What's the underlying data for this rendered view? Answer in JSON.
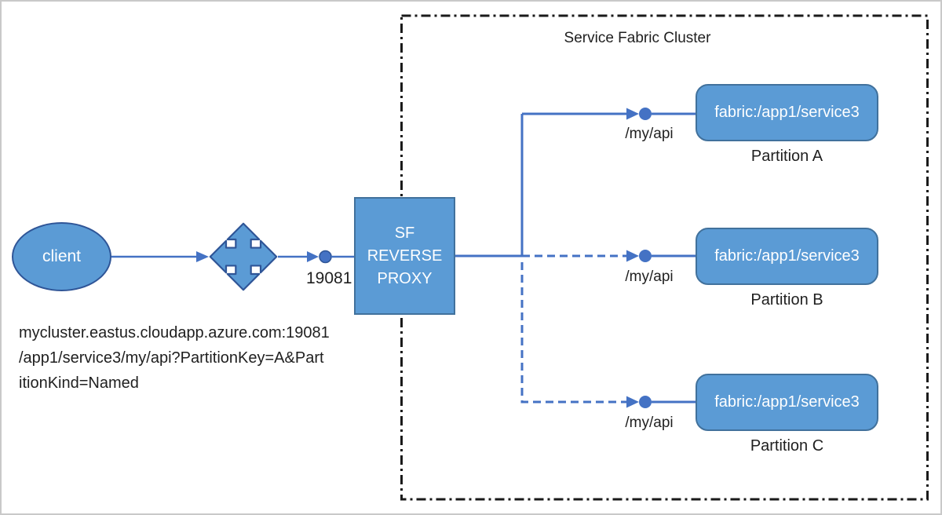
{
  "cluster": {
    "title": "Service Fabric Cluster"
  },
  "client": {
    "label": "client"
  },
  "load_balancer": {
    "icon": "quad-arrow-icon"
  },
  "port": {
    "label": "19081"
  },
  "proxy": {
    "label_lines": [
      "SF",
      "REVERSE",
      "PROXY"
    ]
  },
  "partitions": [
    {
      "service": "fabric:/app1/service3",
      "name": "Partition A",
      "route": "/my/api",
      "link_style": "solid"
    },
    {
      "service": "fabric:/app1/service3",
      "name": "Partition B",
      "route": "/my/api",
      "link_style": "dashed"
    },
    {
      "service": "fabric:/app1/service3",
      "name": "Partition C",
      "route": "/my/api",
      "link_style": "dashed"
    }
  ],
  "request_url": {
    "lines": [
      "mycluster.eastus.cloudapp.azure.com:19081",
      "/app1/service3/my/api?PartitionKey=A&Part",
      "itionKind=Named"
    ]
  },
  "colors": {
    "shape_fill": "#5B9BD5",
    "shape_border": "#41719C",
    "connector": "#4472C4",
    "cluster_border": "#1a1a1a"
  }
}
